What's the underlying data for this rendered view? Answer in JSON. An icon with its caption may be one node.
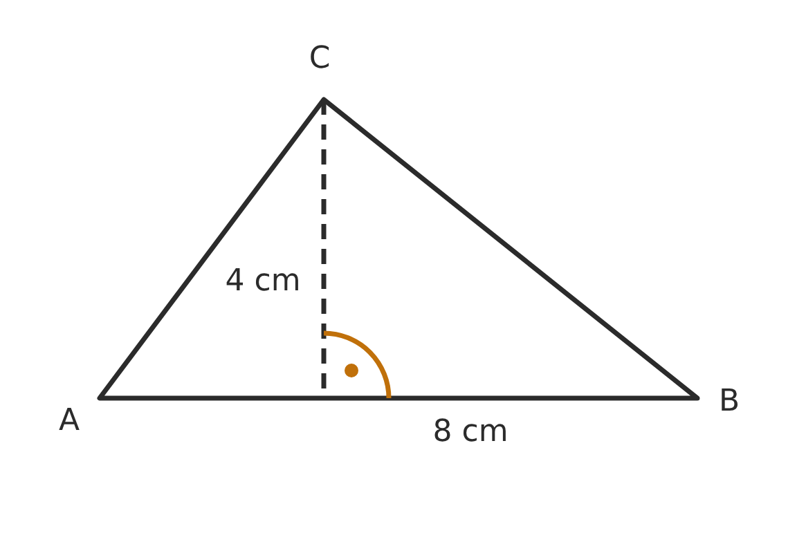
{
  "diagram": {
    "labels": [
      "C",
      "4 cm",
      "A",
      "8 cm",
      "B"
    ]
  }
}
